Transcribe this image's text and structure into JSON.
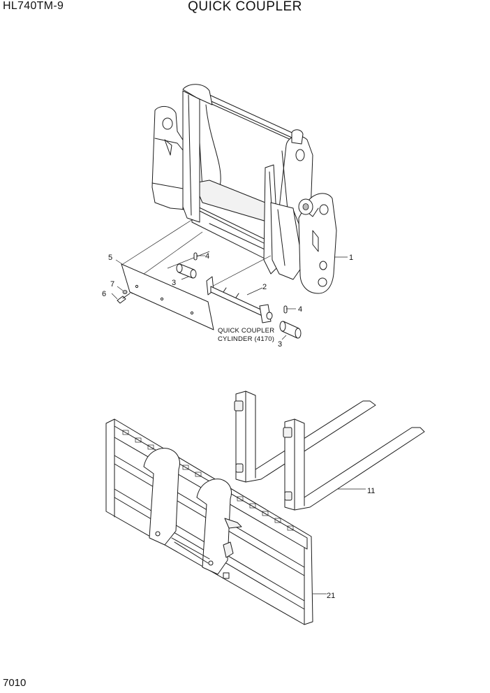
{
  "header": {
    "model": "HL740TM-9",
    "title": "QUICK COUPLER"
  },
  "footer": {
    "page_number": "7010"
  },
  "callouts": {
    "c1": "1",
    "c2": "2",
    "c3a": "3",
    "c3b": "3",
    "c4a": "4",
    "c4b": "4",
    "c5": "5",
    "c6": "6",
    "c7": "7",
    "c11": "11",
    "c21": "21"
  },
  "note": {
    "line1": "QUICK COUPLER",
    "line2": "CYLINDER (4170)"
  }
}
